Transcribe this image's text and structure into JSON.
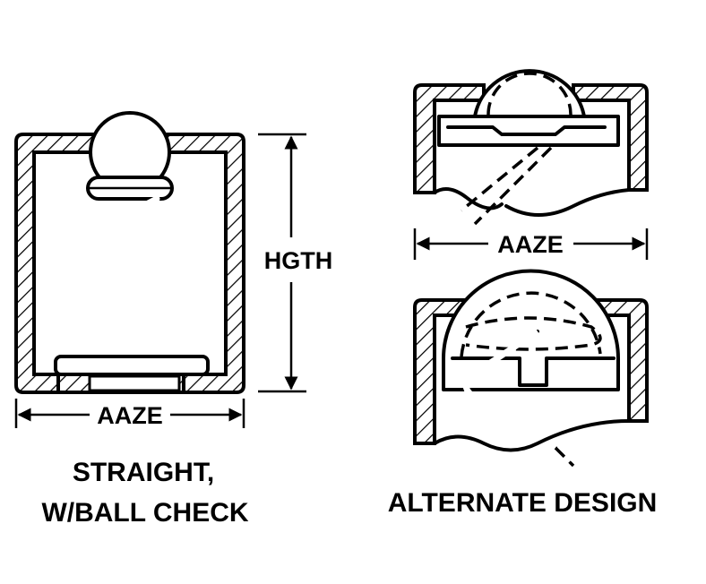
{
  "labels": {
    "height_dim": "HGTH",
    "width_dim_left": "AAZE",
    "width_dim_right": "AAZE",
    "caption_left_line1": "STRAIGHT,",
    "caption_left_line2": "W/BALL CHECK",
    "caption_right": "ALTERNATE DESIGN"
  }
}
